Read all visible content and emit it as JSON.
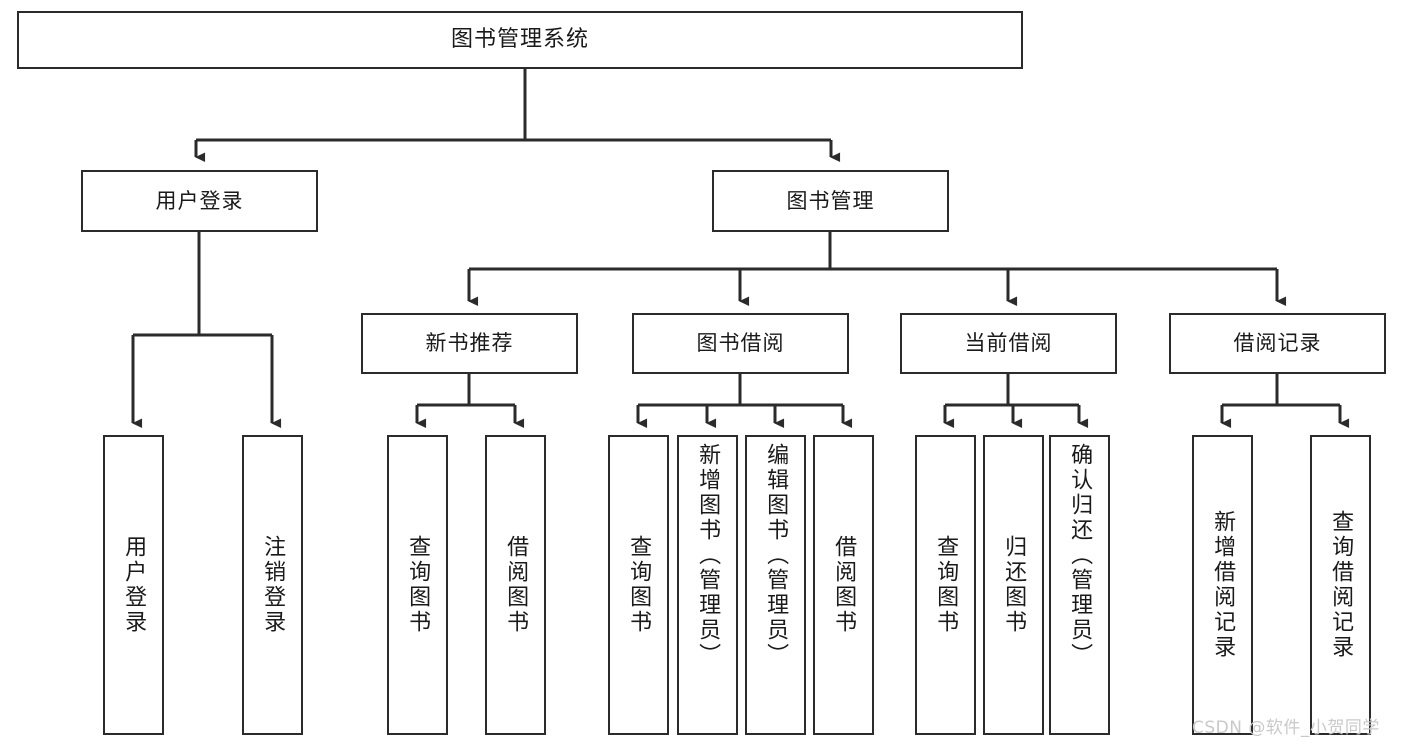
{
  "diagram": {
    "title": "图书管理系统",
    "type": "tree-hierarchy-chart",
    "root": {
      "label": "图书管理系统"
    },
    "level2": [
      {
        "label": "用户登录"
      },
      {
        "label": "图书管理"
      }
    ],
    "level3": [
      {
        "label": "新书推荐"
      },
      {
        "label": "图书借阅"
      },
      {
        "label": "当前借阅"
      },
      {
        "label": "借阅记录"
      }
    ],
    "leaves": {
      "user_login": [
        {
          "label": "用户登录"
        },
        {
          "label": "注销登录"
        }
      ],
      "new_book_recommend": [
        {
          "label": "查询图书"
        },
        {
          "label": "借阅图书"
        }
      ],
      "book_borrow": [
        {
          "label": "查询图书"
        },
        {
          "label": "新增图书（管理员）"
        },
        {
          "label": "编辑图书（管理员）"
        },
        {
          "label": "借阅图书"
        }
      ],
      "current_borrow": [
        {
          "label": "查询图书"
        },
        {
          "label": "归还图书"
        },
        {
          "label": "确认归还（管理员）"
        }
      ],
      "borrow_record": [
        {
          "label": "新增借阅记录"
        },
        {
          "label": "查询借阅记录"
        }
      ]
    }
  },
  "watermark": {
    "text": "CSDN @软件_小贺同学"
  },
  "colors": {
    "background": "#ffffff",
    "box_border": "#2b2b2b",
    "box_fill": "#ffffff",
    "connector": "#2b2b2b",
    "text": "#1a1a1a",
    "watermark": "#c9c9c9"
  }
}
